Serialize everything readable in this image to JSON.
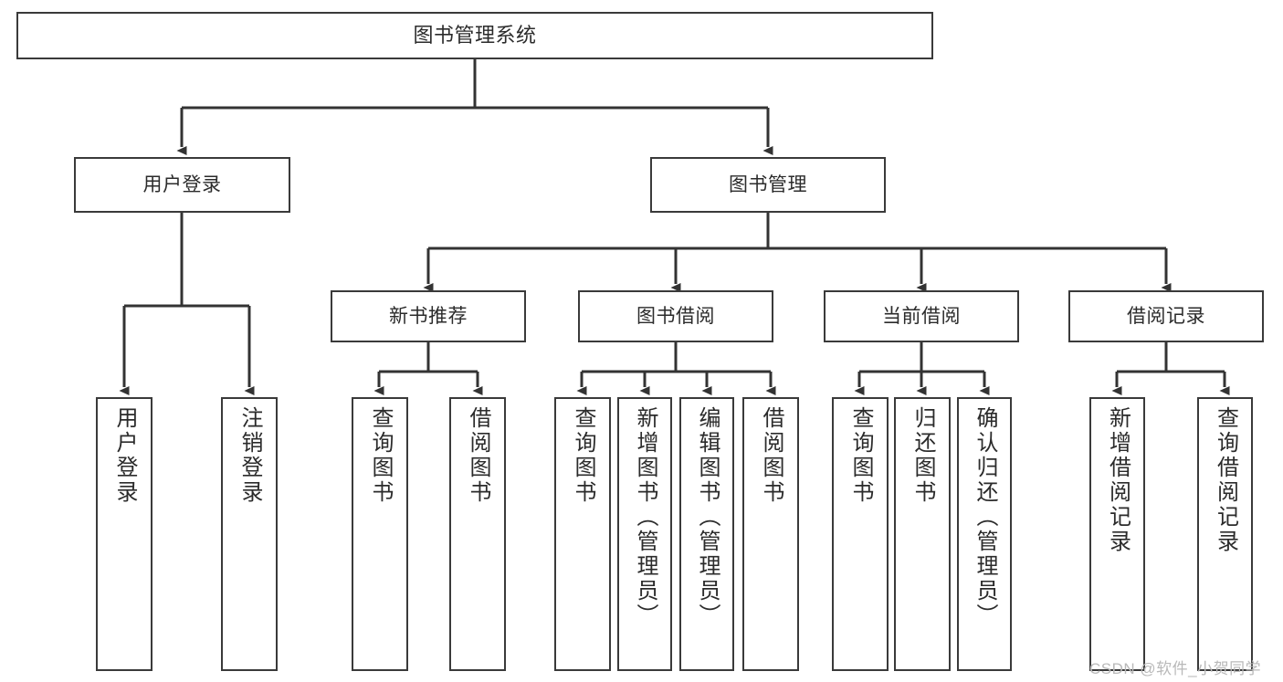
{
  "diagram": {
    "title": "图书管理系统",
    "type": "tree",
    "orientation": "top-down",
    "watermark": "CSDN @软件_小贺同学",
    "colors": {
      "border": "#3a3a3a",
      "text": "#2b2b2b",
      "background": "#ffffff",
      "edge": "#333333",
      "watermark": "#b9b9b9"
    },
    "nodes": {
      "root": {
        "label": "图书管理系统"
      },
      "level1": [
        {
          "id": "user-login",
          "label": "用户登录"
        },
        {
          "id": "book-manage",
          "label": "图书管理"
        }
      ],
      "level2": [
        {
          "id": "new-book-recommend",
          "label": "新书推荐"
        },
        {
          "id": "book-borrow",
          "label": "图书借阅"
        },
        {
          "id": "current-borrow",
          "label": "当前借阅"
        },
        {
          "id": "borrow-record",
          "label": "借阅记录"
        }
      ],
      "leaves": [
        {
          "id": "leaf-user-login",
          "label": "用户登录",
          "parent": "user-login"
        },
        {
          "id": "leaf-logout-login",
          "label": "注销登录",
          "parent": "user-login"
        },
        {
          "id": "leaf-query-book-1",
          "label": "查询图书",
          "parent": "new-book-recommend"
        },
        {
          "id": "leaf-borrow-book-1",
          "label": "借阅图书",
          "parent": "new-book-recommend"
        },
        {
          "id": "leaf-query-book-2",
          "label": "查询图书",
          "parent": "book-borrow"
        },
        {
          "id": "leaf-add-book-admin",
          "label": "新增图书（管理员）",
          "parent": "book-borrow"
        },
        {
          "id": "leaf-edit-book-admin",
          "label": "编辑图书（管理员）",
          "parent": "book-borrow"
        },
        {
          "id": "leaf-borrow-book-2",
          "label": "借阅图书",
          "parent": "book-borrow"
        },
        {
          "id": "leaf-query-book-3",
          "label": "查询图书",
          "parent": "current-borrow"
        },
        {
          "id": "leaf-return-book",
          "label": "归还图书",
          "parent": "current-borrow"
        },
        {
          "id": "leaf-confirm-return-admin",
          "label": "确认归还（管理员）",
          "parent": "current-borrow"
        },
        {
          "id": "leaf-add-borrow-record",
          "label": "新增借阅记录",
          "parent": "borrow-record"
        },
        {
          "id": "leaf-query-borrow-record",
          "label": "查询借阅记录",
          "parent": "borrow-record"
        }
      ]
    }
  }
}
